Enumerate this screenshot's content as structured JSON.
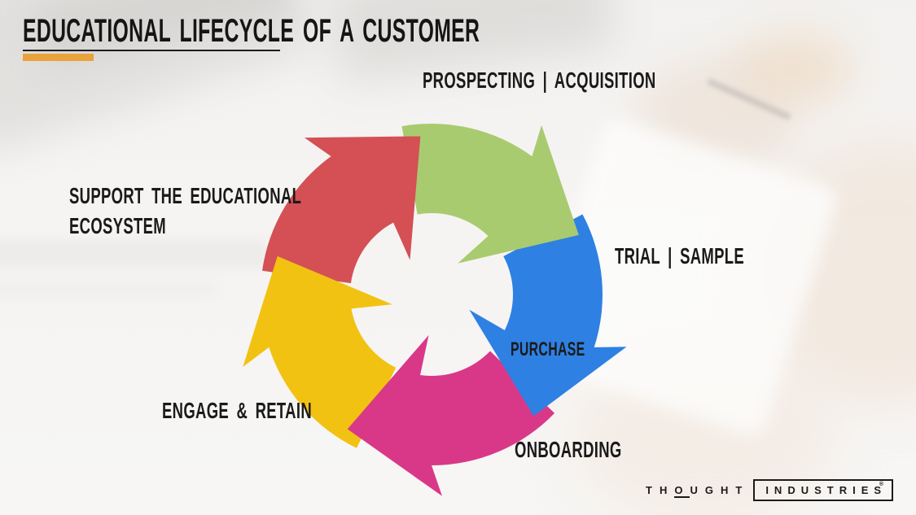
{
  "slide": {
    "title": "EDUCATIONAL LIFECYCLE OF A CUSTOMER",
    "accent_color": "#E8A33B",
    "text_color": "#1A1A1A"
  },
  "cycle": {
    "arrows": [
      {
        "name": "prospecting-acquisition",
        "color": "#A9CB70"
      },
      {
        "name": "trial-sample",
        "color": "#2E80E3"
      },
      {
        "name": "onboarding",
        "color": "#D93889"
      },
      {
        "name": "engage-retain",
        "color": "#F2C213"
      },
      {
        "name": "support-ecosystem",
        "color": "#D45055"
      }
    ],
    "labels": {
      "prospecting": "PROSPECTING | ACQUISITION",
      "trial": "TRIAL | SAMPLE",
      "purchase": "PURCHASE",
      "onboarding": "ONBOARDING",
      "engage": "ENGAGE & RETAIN",
      "support_line1": "SUPPORT THE EDUCATIONAL",
      "support_line2": "ECOSYSTEM"
    }
  },
  "logo": {
    "t1": "TH",
    "t2": "O",
    "t3": "UGHT",
    "industries": "INDUSTRIES",
    "registered": "®"
  }
}
